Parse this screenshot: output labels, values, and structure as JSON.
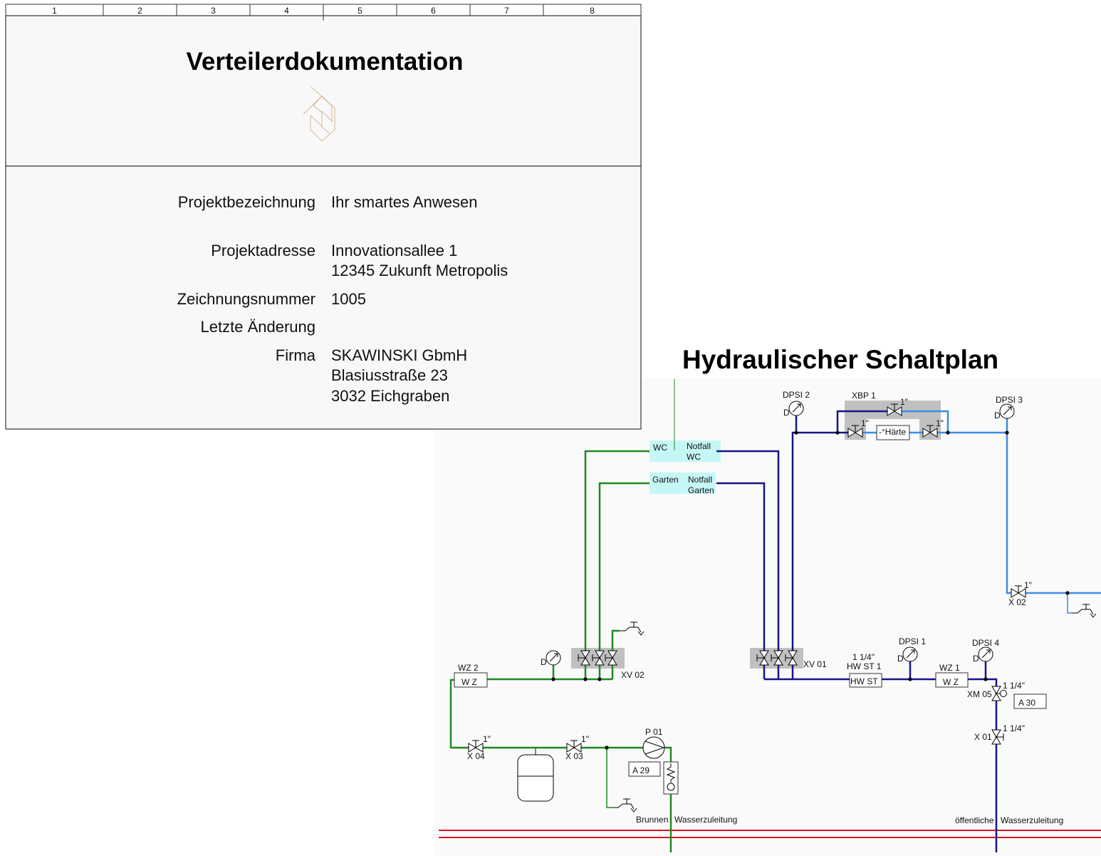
{
  "ruler": [
    "1",
    "2",
    "3",
    "4",
    "5",
    "6",
    "7",
    "8"
  ],
  "title_block": {
    "title": "Verteilerdokumentation",
    "logo_text": "S",
    "fields": [
      {
        "label": "Projektbezeichnung",
        "lines": [
          "Ihr smartes Anwesen"
        ]
      },
      {
        "label": "Projektadresse",
        "lines": [
          "Innovationsallee 1",
          "12345 Zukunft Metropolis"
        ]
      },
      {
        "label": "Zeichnungsnummer",
        "lines": [
          "1005"
        ]
      },
      {
        "label": "Letzte Änderung",
        "lines": []
      },
      {
        "label": "Firma",
        "lines": [
          "SKAWINSKI GbmH",
          "Blasiusstraße 23",
          "3032 Eichgraben"
        ]
      }
    ]
  },
  "diagram": {
    "title": "Hydraulischer Schaltplan",
    "colors": {
      "well": "#1e8a1e",
      "public": "#15158a",
      "treated": "#3a8ee6",
      "boundary": "#e01020",
      "zone": "#c6f7f7",
      "group": "#c0c0c0"
    },
    "labels": {
      "wc": "WC",
      "notfall_wc_1": "Notfall",
      "notfall_wc_2": "WC",
      "garten": "Garten",
      "notfall_garten_1": "Notfall",
      "notfall_garten_2": "Garten",
      "dpsi1": "DPSI 1",
      "dpsi2": "DPSI 2",
      "dpsi3": "DPSI 3",
      "dpsi4": "DPSI 4",
      "d": "D",
      "xbp1": "XBP 1",
      "haerte": "-°Härte",
      "size_1": "1\"",
      "size_114": "1 1/4\"",
      "x01": "X 01",
      "x02": "X 02",
      "x03": "X 03",
      "x04": "X 04",
      "xm05": "XM 05",
      "xv01": "XV 01",
      "xv02": "XV 02",
      "hwst1": "HW ST 1",
      "hwst": "HW ST",
      "wz1": "WZ 1",
      "wz2": "WZ 2",
      "wz": "W Z",
      "p01": "P 01",
      "a29": "A 29",
      "a30": "A 30",
      "brunnen": "Brunnen",
      "wasserzuleitung": "Wasserzuleitung",
      "oeffentliche": "öffentliche"
    }
  }
}
